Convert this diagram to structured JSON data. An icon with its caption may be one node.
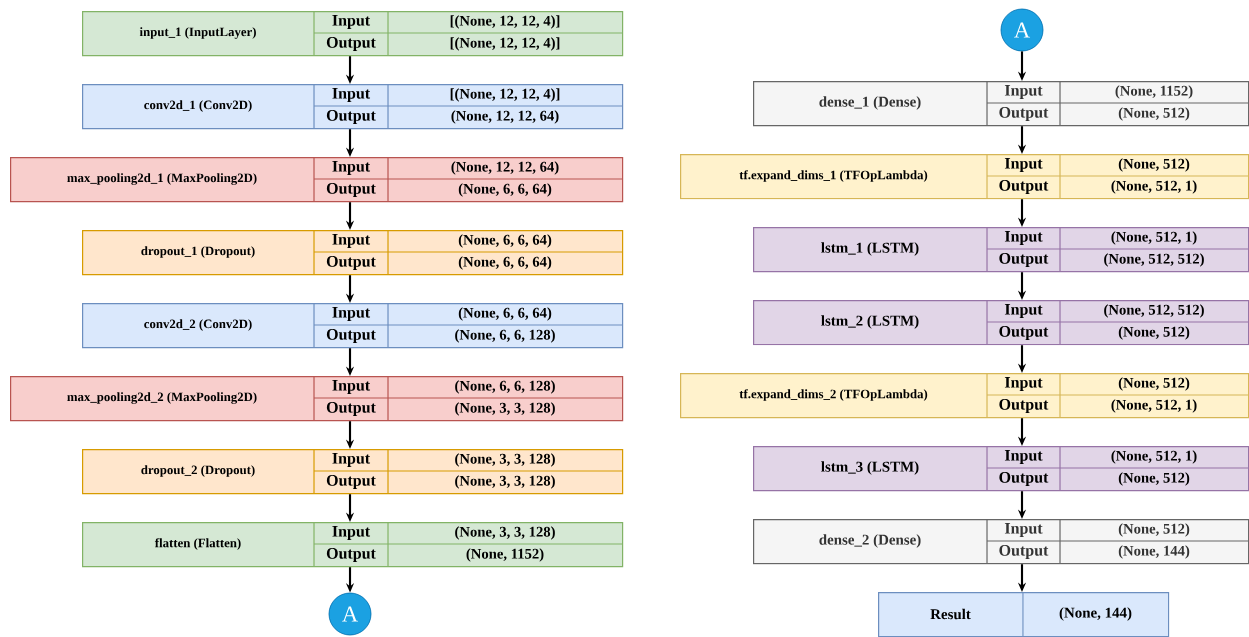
{
  "diagram": {
    "nodes": [
      {
        "text": [
          "input_1 (InputLayer)",
          "Input",
          "[(None, 12, 12, 4)]",
          "Output",
          "[(None, 12, 12, 4)]"
        ]
      },
      {
        "text": [
          "conv2d_1 (Conv2D)",
          "Input",
          "[(None, 12, 12, 4)]",
          "Output",
          "(None, 12, 12, 64)"
        ]
      },
      {
        "text": [
          "max_pooling2d_1 (MaxPooling2D)",
          "Input",
          "(None, 12, 12, 64)",
          "Output",
          "(None, 6, 6, 64)"
        ]
      },
      {
        "text": [
          "dropout_1 (Dropout)",
          "Input",
          "(None, 6, 6, 64)",
          "Output",
          "(None, 6, 6, 64)"
        ]
      },
      {
        "text": [
          "conv2d_2 (Conv2D)",
          "Input",
          "(None, 6, 6, 64)",
          "Output",
          "(None, 6, 6, 128)"
        ]
      },
      {
        "text": [
          "max_pooling2d_2 (MaxPooling2D)",
          "Input",
          "(None, 6, 6, 128)",
          "Output",
          "(None, 3, 3, 128)"
        ]
      },
      {
        "text": [
          "dropout_2 (Dropout)",
          "Input",
          "(None, 3, 3, 128)",
          "Output",
          "(None, 3, 3, 128)"
        ]
      },
      {
        "text": [
          "flatten (Flatten)",
          "Input",
          "(None, 3, 3, 128)",
          "Output",
          "(None, 1152)"
        ]
      },
      {
        "text": [
          "A"
        ]
      },
      {
        "text": [
          "A"
        ]
      },
      {
        "text": [
          "dense_1 (Dense)",
          "Input",
          "(None, 1152)",
          "Output",
          "(None, 512)"
        ]
      },
      {
        "text": [
          "tf.expand_dims_1 (TFOpLambda)",
          "Input",
          "(None, 512)",
          "Output",
          "(None, 512, 1)"
        ]
      },
      {
        "text": [
          "lstm_1 (LSTM)",
          "Input",
          "(None, 512, 1)",
          "Output",
          "(None, 512, 512)"
        ]
      },
      {
        "text": [
          "lstm_2 (LSTM)",
          "Input",
          "(None, 512, 512)",
          "Output",
          "(None, 512)"
        ]
      },
      {
        "text": [
          "tf.expand_dims_2 (TFOpLambda)",
          "Input",
          "(None, 512)",
          "Output",
          "(None, 512, 1)"
        ]
      },
      {
        "text": [
          "lstm_3 (LSTM)",
          "Input",
          "(None, 512, 1)",
          "Output",
          "(None, 512)"
        ]
      },
      {
        "text": [
          "dense_2 (Dense)",
          "Input",
          "(None, 512)",
          "Output",
          "(None, 144)"
        ]
      },
      {
        "text": [
          "Result",
          "(None, 144)"
        ]
      }
    ],
    "edges": [
      {
        "from": 0,
        "to": 1,
        "arrow": "to"
      },
      {
        "from": 1,
        "to": 2,
        "arrow": "to"
      },
      {
        "from": 2,
        "to": 3,
        "arrow": "to"
      },
      {
        "from": 3,
        "to": 4,
        "arrow": "to"
      },
      {
        "from": 4,
        "to": 5,
        "arrow": "to"
      },
      {
        "from": 5,
        "to": 6,
        "arrow": "to"
      },
      {
        "from": 6,
        "to": 7,
        "arrow": "to"
      },
      {
        "from": 7,
        "to": 8,
        "arrow": "to"
      },
      {
        "from": 9,
        "to": 10,
        "arrow": "to"
      },
      {
        "from": 10,
        "to": 11,
        "arrow": "to"
      },
      {
        "from": 11,
        "to": 12,
        "arrow": "to"
      },
      {
        "from": 12,
        "to": 13,
        "arrow": "to"
      },
      {
        "from": 13,
        "to": 14,
        "arrow": "to"
      },
      {
        "from": 14,
        "to": 15,
        "arrow": "to"
      },
      {
        "from": 15,
        "to": 16,
        "arrow": "to"
      },
      {
        "from": 16,
        "to": 17,
        "arrow": "to"
      }
    ]
  }
}
